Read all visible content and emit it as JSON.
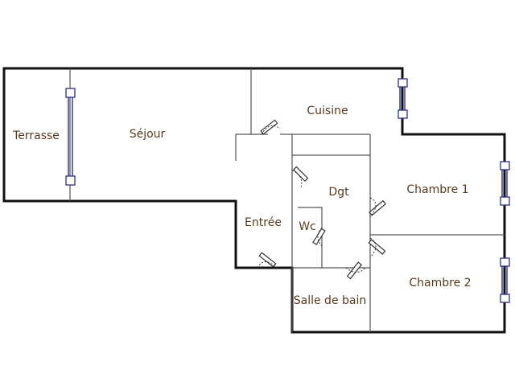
{
  "rooms": {
    "terrasse": "Terrasse",
    "sejour": "Séjour",
    "cuisine": "Cuisine",
    "dgt": "Dgt",
    "chambre1": "Chambre 1",
    "entree": "Entrée",
    "wc": "Wc",
    "chambre2": "Chambre 2",
    "salle_de_bain": "Salle de bain"
  },
  "colors": {
    "wall": "#111111",
    "window": "#2a2f8f",
    "label": "#5a3a1c"
  }
}
